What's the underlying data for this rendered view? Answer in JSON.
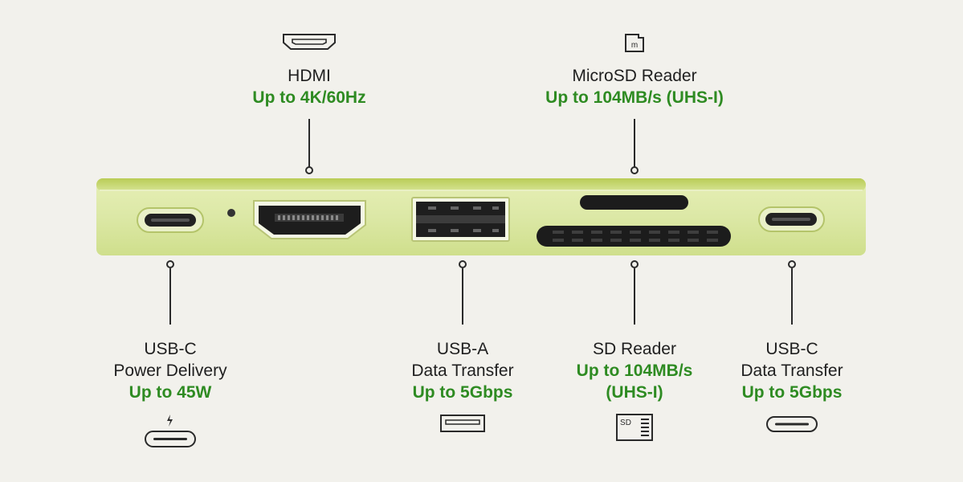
{
  "ports": {
    "hdmi": {
      "name": "HDMI",
      "spec": "Up to 4K/60Hz",
      "icon": "hdmi-icon"
    },
    "microsd": {
      "name": "MicroSD Reader",
      "spec": "Up to 104MB/s (UHS-I)",
      "icon": "microsd-icon",
      "icon_text": "m"
    },
    "usbc_pd": {
      "name_line1": "USB-C",
      "name_line2": "Power Delivery",
      "spec": "Up to 45W",
      "icon": "usb-c-power-icon"
    },
    "usba": {
      "name_line1": "USB-A",
      "name_line2": "Data Transfer",
      "spec": "Up to 5Gbps",
      "icon": "usb-a-icon"
    },
    "sd": {
      "name": "SD Reader",
      "spec_line1": "Up to 104MB/s",
      "spec_line2": "(UHS-I)",
      "icon": "sd-card-icon",
      "icon_text": "SD"
    },
    "usbc_data": {
      "name_line1": "USB-C",
      "name_line2": "Data Transfer",
      "spec": "Up to 5Gbps",
      "icon": "usb-c-icon"
    }
  },
  "colors": {
    "background": "#f2f1ec",
    "spec_text": "#2e8b22",
    "hub_body": "#d9e6a0",
    "hub_edge": "#c2d46a"
  }
}
